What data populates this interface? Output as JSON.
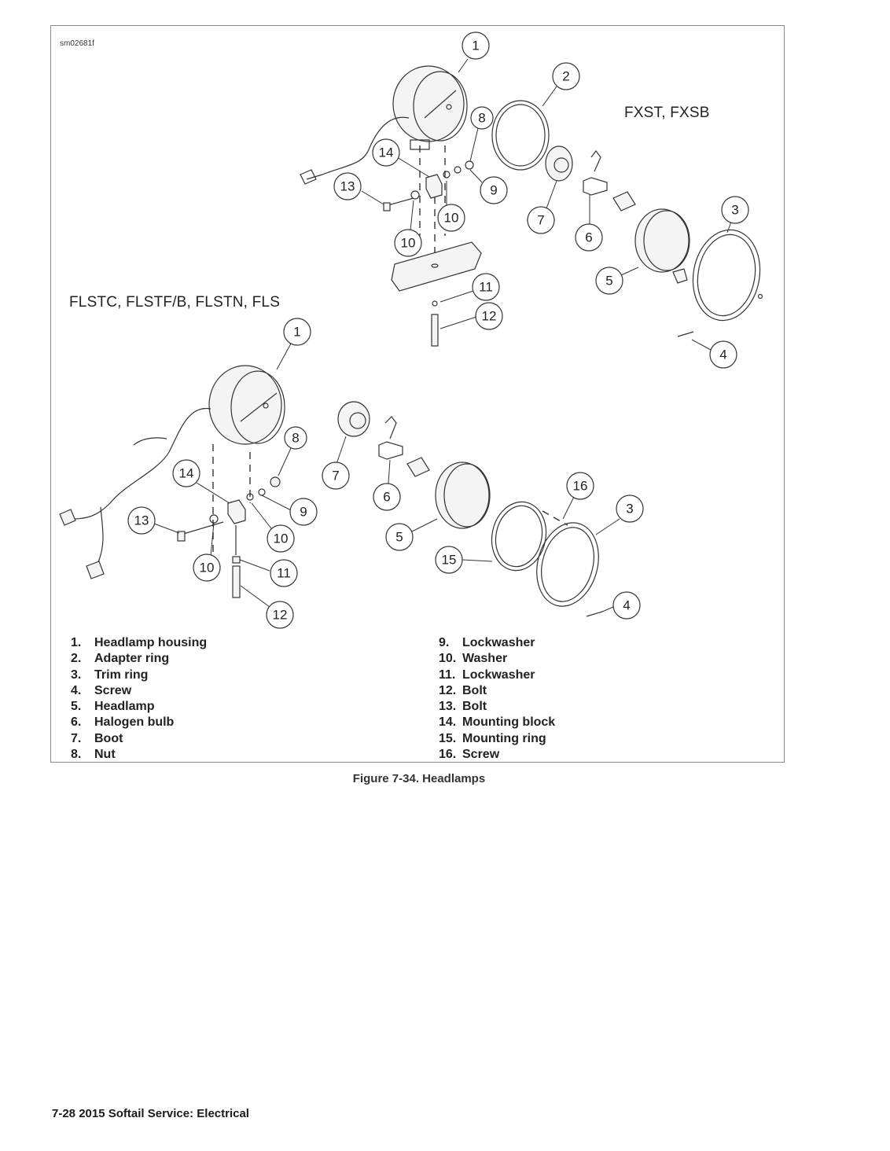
{
  "figure_code": "sm02681f",
  "variants": {
    "top_right": "FXST, FXSB",
    "bottom_left": "FLSTC, FLSTF/B, FLSTN, FLS"
  },
  "callouts": {
    "n1": "1",
    "n2": "2",
    "n3": "3",
    "n4": "4",
    "n5": "5",
    "n6": "6",
    "n7": "7",
    "n8": "8",
    "n9": "9",
    "n10": "10",
    "n11": "11",
    "n12": "12",
    "n13": "13",
    "n14": "14",
    "n15": "15",
    "n16": "16"
  },
  "legend_left": [
    {
      "num": "1.",
      "label": "Headlamp housing"
    },
    {
      "num": "2.",
      "label": "Adapter ring"
    },
    {
      "num": "3.",
      "label": "Trim ring"
    },
    {
      "num": "4.",
      "label": "Screw"
    },
    {
      "num": "5.",
      "label": "Headlamp"
    },
    {
      "num": "6.",
      "label": "Halogen bulb"
    },
    {
      "num": "7.",
      "label": "Boot"
    },
    {
      "num": "8.",
      "label": "Nut"
    }
  ],
  "legend_right": [
    {
      "num": "9.",
      "label": "Lockwasher"
    },
    {
      "num": "10.",
      "label": "Washer"
    },
    {
      "num": "11.",
      "label": "Lockwasher"
    },
    {
      "num": "12.",
      "label": "Bolt"
    },
    {
      "num": "13.",
      "label": "Bolt"
    },
    {
      "num": "14.",
      "label": "Mounting block"
    },
    {
      "num": "15.",
      "label": "Mounting ring"
    },
    {
      "num": "16.",
      "label": "Screw"
    }
  ],
  "caption": "Figure 7-34. Headlamps",
  "footer": "7-28  2015 Softail Service:  Electrical"
}
